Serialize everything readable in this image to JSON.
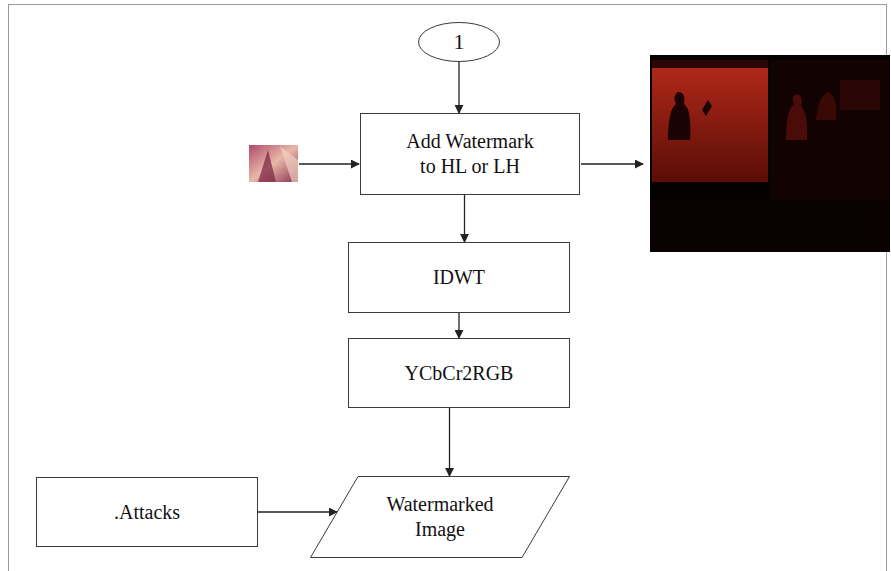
{
  "diagram": {
    "nodes": [
      {
        "text": [
          "1"
        ]
      },
      {
        "text": [
          "Add Watermark to HL or LH"
        ]
      },
      {
        "text": [
          "IDWT"
        ]
      },
      {
        "text": [
          "YCbCr2RGB"
        ]
      },
      {
        "text": [
          "Watermarked Image"
        ]
      },
      {
        "text": [
          ".Attacks"
        ]
      }
    ],
    "edges": [
      {
        "from": 0,
        "to": 1,
        "arrow": "to"
      },
      {
        "from": 1,
        "to": 2,
        "arrow": "to"
      },
      {
        "from": 2,
        "to": 3,
        "arrow": "to"
      },
      {
        "from": 3,
        "to": 4,
        "arrow": "to"
      },
      {
        "from": 5,
        "to": 4,
        "arrow": "to"
      }
    ]
  }
}
